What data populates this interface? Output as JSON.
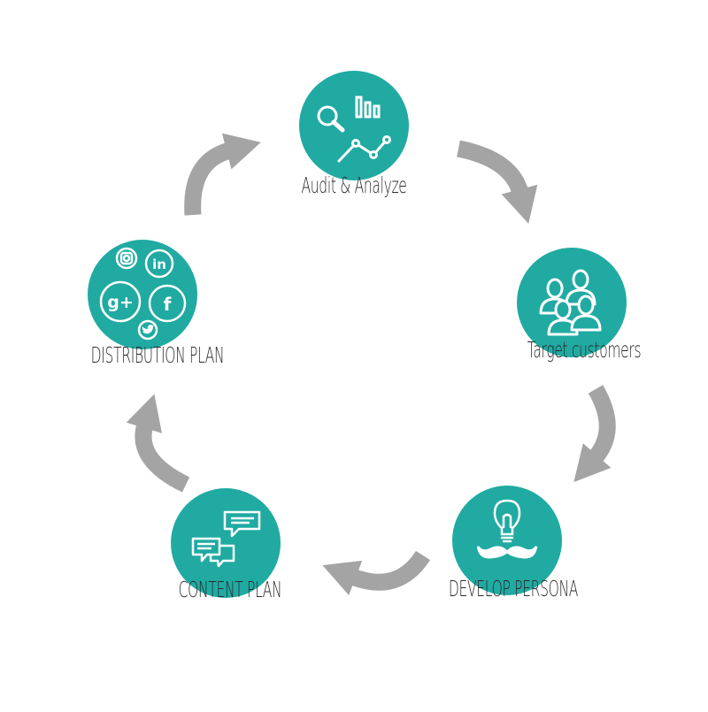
{
  "diagram": {
    "colors": {
      "circle": "#20aaa2",
      "arrow": "#a4a4a4",
      "icon": "#ffffff",
      "text": "#2a2a2a"
    },
    "steps": [
      {
        "label": "Audit & Analyze",
        "icon": "search-analytics-icon"
      },
      {
        "label": "Target customers",
        "icon": "users-icon"
      },
      {
        "label": "DEVELOP PERSONA",
        "icon": "lightbulb-mustache-icon"
      },
      {
        "label": "CONTENT PLAN",
        "icon": "chat-bubbles-icon"
      },
      {
        "label": "DISTRIBUTION PLAN",
        "icon": "social-media-icon"
      }
    ],
    "social_icons": {
      "linkedin": "in",
      "googleplus": "g+",
      "facebook": "f"
    }
  }
}
